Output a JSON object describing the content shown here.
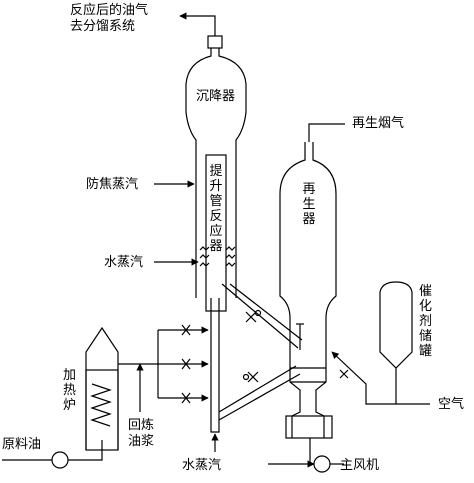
{
  "labels": {
    "top_line1": "反应后的油气",
    "top_line2": "去分馏系统",
    "settler": "沉降器",
    "flue_gas": "再生烟气",
    "coke_steam": "防焦蒸汽",
    "riser": "提升管反应器",
    "regenerator": "再生器",
    "steam_mid": "水蒸汽",
    "catalyst_tank": "催化剂储罐",
    "furnace": "加热炉",
    "recycle": "回炼油浆",
    "feed": "原料油",
    "air": "空气",
    "steam_bottom": "水蒸汽",
    "blower": "主风机"
  }
}
